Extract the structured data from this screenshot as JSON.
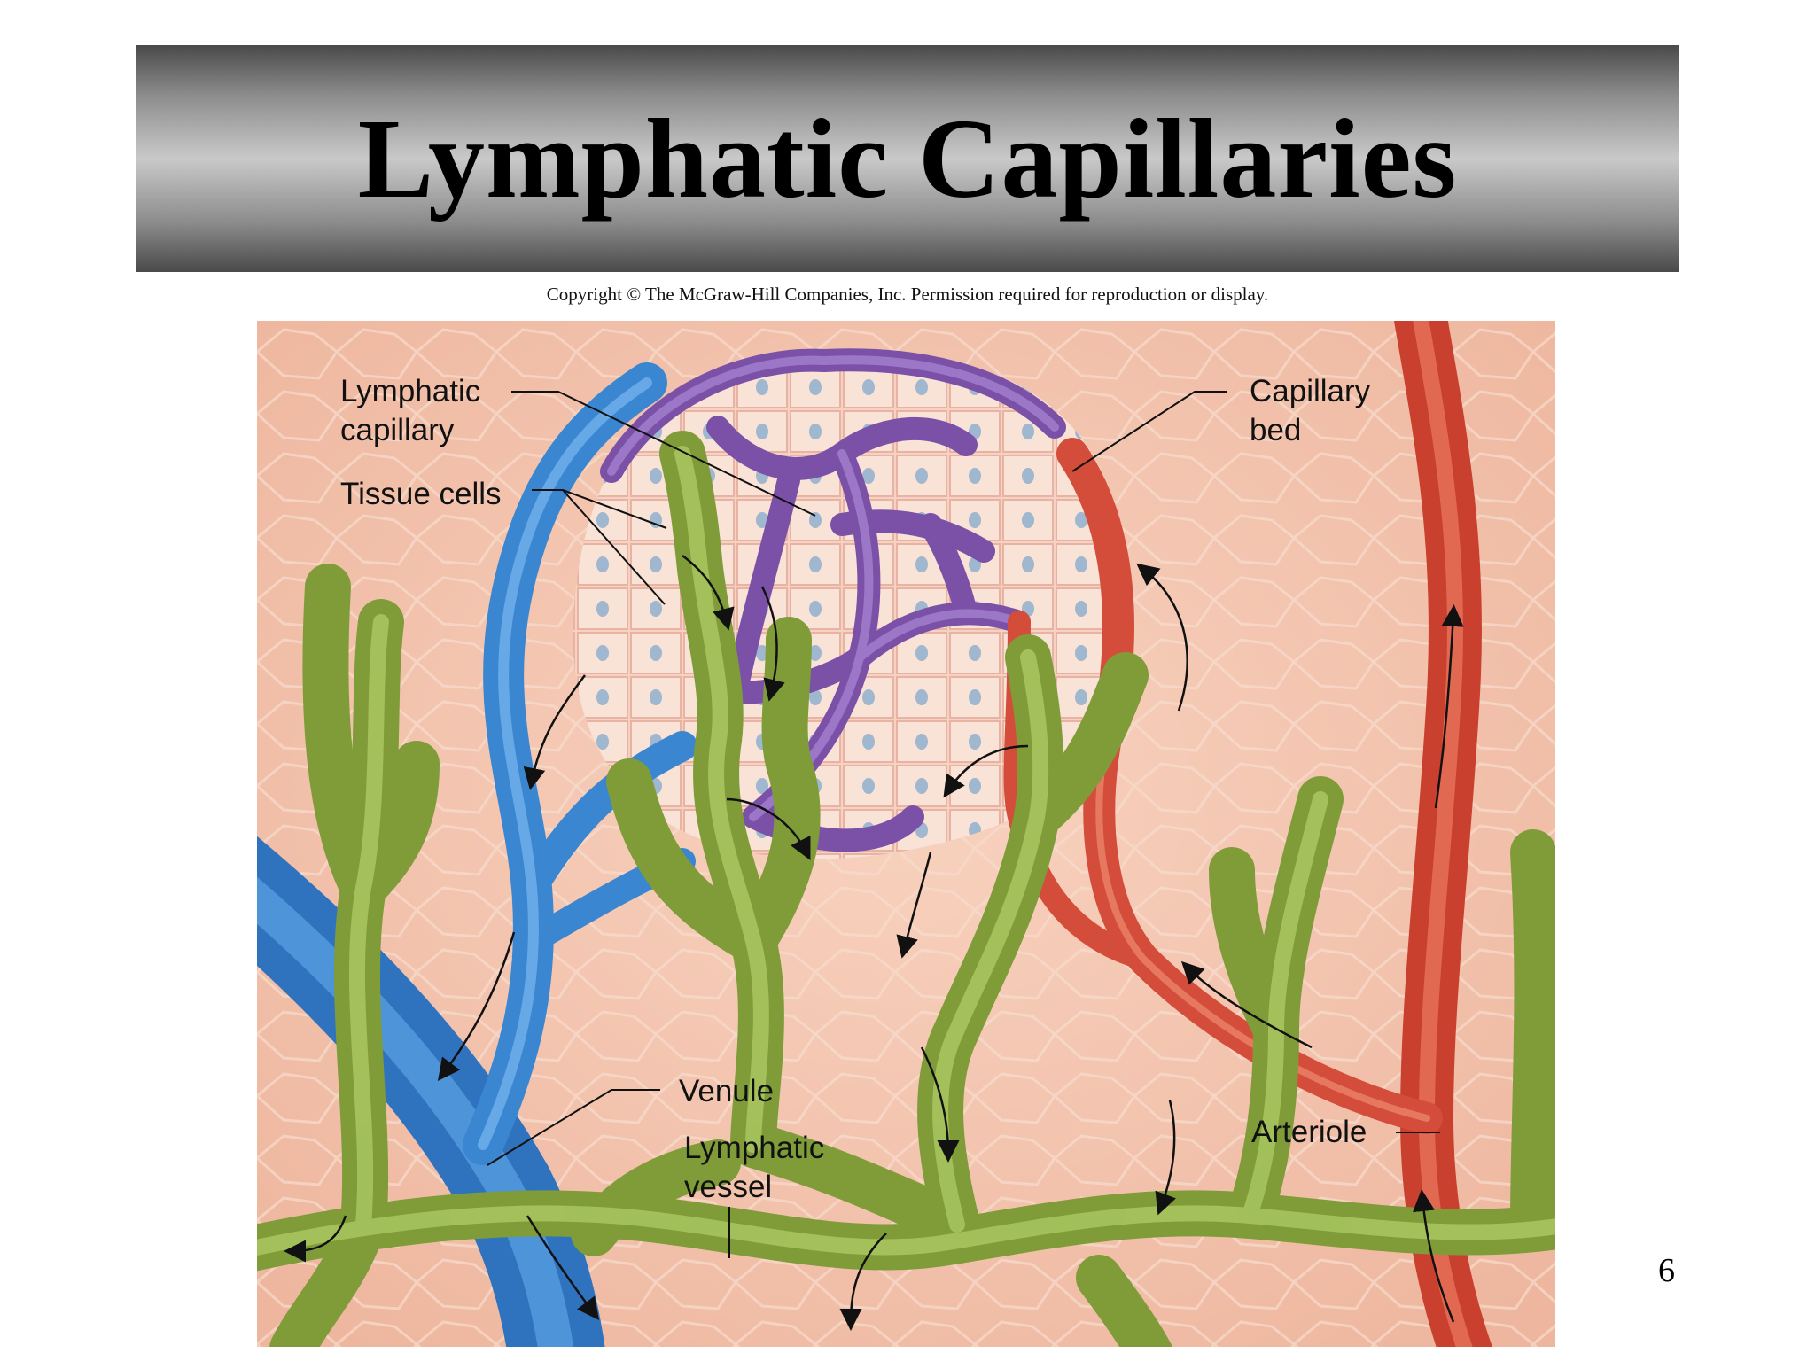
{
  "title": "Lymphatic Capillaries",
  "copyright": "Copyright © The McGraw-Hill Companies, Inc. Permission required for reproduction or display.",
  "labels": {
    "lymphatic_capillary": "Lymphatic\ncapillary",
    "tissue_cells": "Tissue cells",
    "capillary_bed": "Capillary\nbed",
    "venule": "Venule",
    "lymphatic_vessel": "Lymphatic\nvessel",
    "arteriole": "Arteriole"
  },
  "slide_number": "6",
  "colors": {
    "tissue": "#f3c2ac",
    "venule": "#3d86cf",
    "capillary_bed": "#8a5fb8",
    "arteriole": "#d9503e",
    "lymphatic": "#8fae48"
  }
}
